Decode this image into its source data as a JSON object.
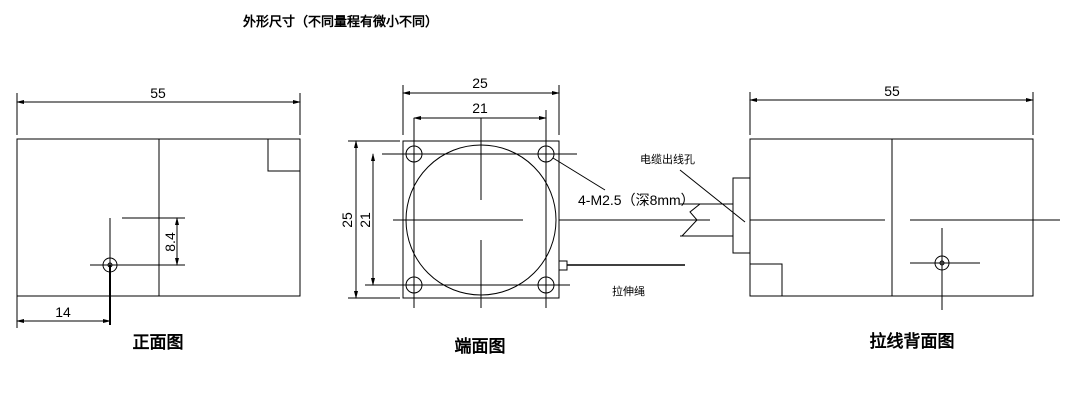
{
  "title": "外形尺寸（不同量程有微小不同）",
  "front_view": {
    "caption": "正面图",
    "dim_length": "55",
    "dim_hole_x": "14",
    "dim_hole_y": "8.4"
  },
  "end_view": {
    "caption": "端面图",
    "dim_width": "25",
    "dim_hole_pitch_h": "21",
    "dim_height": "25",
    "dim_hole_pitch_v": "21",
    "thread_note": "4-M2.5（深8mm）",
    "cable_label": "电缆出线孔",
    "rope_label": "拉伸绳"
  },
  "back_view": {
    "caption": "拉线背面图",
    "dim_length": "55"
  }
}
